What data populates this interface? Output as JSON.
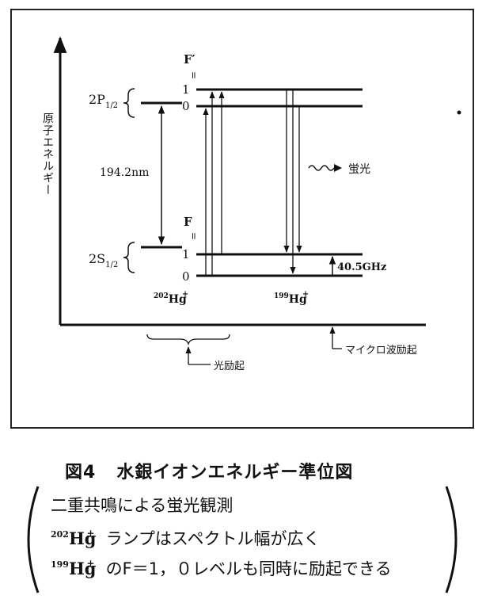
{
  "axis_label": "原子エネルギー",
  "upper_state": {
    "prefix": "2P",
    "sub": "1/2"
  },
  "lower_state": {
    "prefix": "2S",
    "sub": "1/2"
  },
  "wavelength": "194.2nm",
  "upper_f_label": "F′",
  "lower_f_label": "F",
  "equals_mark": "=",
  "levels": {
    "upper_1": "1",
    "upper_0": "0",
    "lower_1": "1",
    "lower_0": "0"
  },
  "isotope_202": {
    "mass": "202",
    "element": "Hg",
    "charge": "+"
  },
  "isotope_199": {
    "mass": "199",
    "element": "Hg",
    "charge": "+"
  },
  "fluorescence": "蛍光",
  "hyperfine": "40.5GHz",
  "optical_pumping": "光励起",
  "microwave": "マイクロ波励起",
  "caption": {
    "figure_number": "図4",
    "title": "水銀イオンエネルギー準位図",
    "line1": "二重共鳴による蛍光観測",
    "line2_text": "ランプはスペクトル幅が広く",
    "line3_text": "のF＝1，０レベルも同時に励起できる"
  }
}
